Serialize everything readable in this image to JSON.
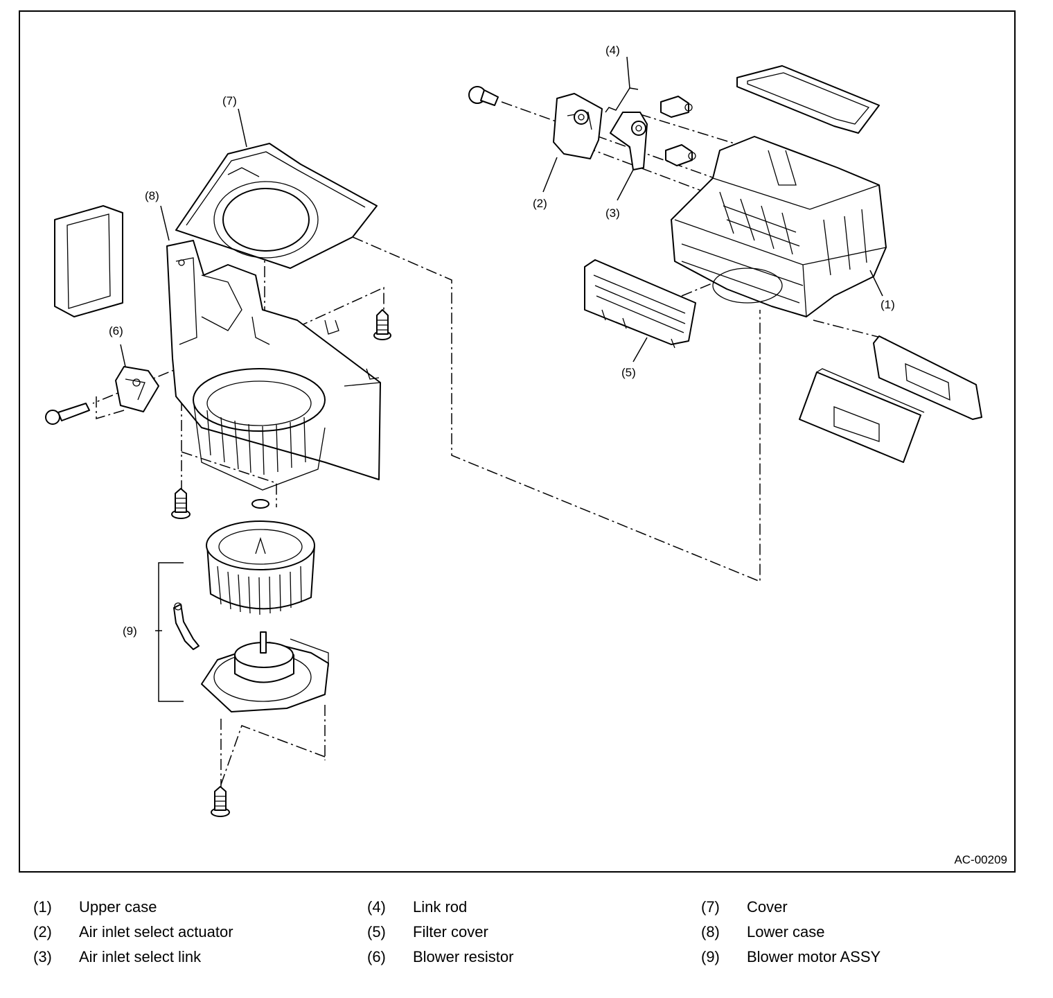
{
  "figure": {
    "code": "AC-00209",
    "callouts": [
      "(1)",
      "(2)",
      "(3)",
      "(4)",
      "(5)",
      "(6)",
      "(7)",
      "(8)",
      "(9)"
    ]
  },
  "legend": {
    "columns": [
      [
        {
          "num": "(1)",
          "name": "Upper case"
        },
        {
          "num": "(2)",
          "name": "Air inlet select actuator"
        },
        {
          "num": "(3)",
          "name": "Air inlet select link"
        }
      ],
      [
        {
          "num": "(4)",
          "name": "Link rod"
        },
        {
          "num": "(5)",
          "name": "Filter cover"
        },
        {
          "num": "(6)",
          "name": "Blower resistor"
        }
      ],
      [
        {
          "num": "(7)",
          "name": "Cover"
        },
        {
          "num": "(8)",
          "name": "Lower case"
        },
        {
          "num": "(9)",
          "name": "Blower motor ASSY"
        }
      ]
    ]
  }
}
